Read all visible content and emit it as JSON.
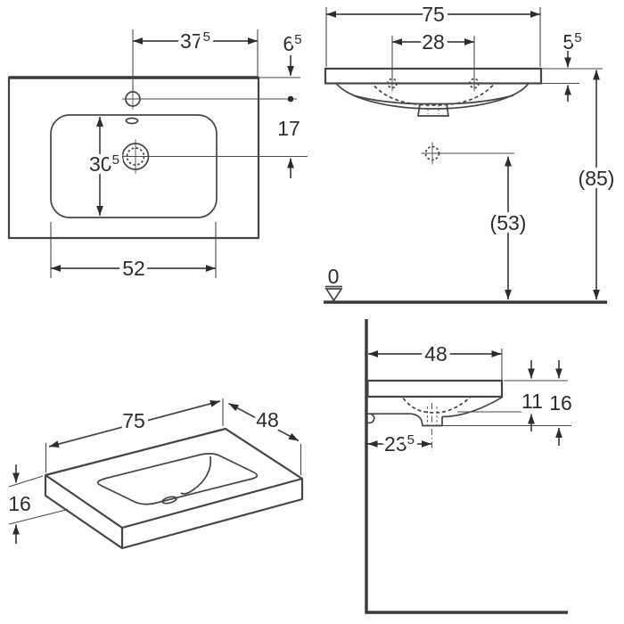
{
  "drawing": {
    "subject": "washbasin-technical-dimension-drawing",
    "colors": {
      "line": "#454545",
      "heavy_line": "#3a3a3a",
      "text": "#2c2c2c",
      "arrow": "#2c2c2c",
      "background": "#ffffff"
    },
    "views": {
      "plan": "top view",
      "front": "front elevation",
      "iso": "isometric view",
      "side": "side section"
    },
    "labels": {
      "plan": {
        "tap_from_right": {
          "v": "37",
          "s": "5"
        },
        "tap_from_back": {
          "v": "6",
          "s": "5"
        },
        "tap_to_drain": {
          "v": "17",
          "s": ""
        },
        "bowl_depth": {
          "v": "30",
          "s": "5"
        },
        "bowl_width": {
          "v": "52",
          "s": ""
        }
      },
      "front": {
        "width": {
          "v": "75",
          "s": ""
        },
        "tap_spacing": {
          "v": "28",
          "s": ""
        },
        "edge_thickness": {
          "v": "5",
          "s": "5"
        },
        "rim_height": {
          "v": "(85)",
          "s": ""
        },
        "drain_height": {
          "v": "(53)",
          "s": ""
        },
        "floor_datum": {
          "v": "0",
          "s": ""
        }
      },
      "iso": {
        "width": {
          "v": "75",
          "s": ""
        },
        "depth": {
          "v": "48",
          "s": ""
        },
        "height": {
          "v": "16",
          "s": ""
        }
      },
      "side": {
        "depth": {
          "v": "48",
          "s": ""
        },
        "rim_to_underside": {
          "v": "11",
          "s": ""
        },
        "overall_thickness": {
          "v": "16",
          "s": ""
        },
        "drain_from_wall": {
          "v": "23",
          "s": "5"
        }
      }
    }
  }
}
